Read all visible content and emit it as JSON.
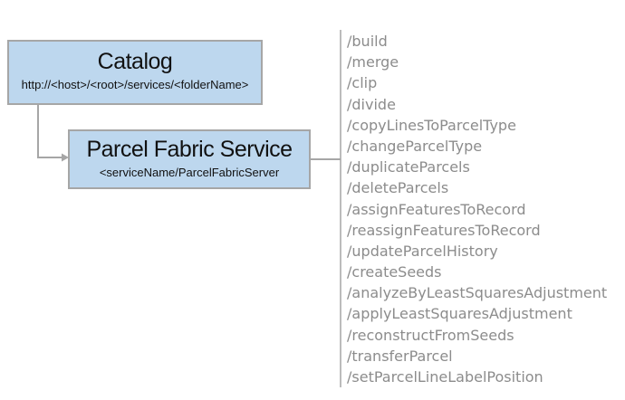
{
  "colors": {
    "box_fill": "#bdd7ee",
    "box_border": "#a6a6a6",
    "connector": "#a6a6a6",
    "operation_text": "#8c8c8c",
    "title_text": "#111111",
    "background": "#ffffff"
  },
  "catalog": {
    "title": "Catalog",
    "url_template": "http://<host>/<root>/services/<folderName>"
  },
  "service": {
    "title": "Parcel Fabric Service",
    "path_template": "<serviceName/ParcelFabricServer"
  },
  "operations": [
    "/build",
    "/merge",
    "/clip",
    "/divide",
    "/copyLinesToParcelType",
    "/changeParcelType",
    "/duplicateParcels",
    "/deleteParcels",
    "/assignFeaturesToRecord",
    "/reassignFeaturesToRecord",
    "/updateParcelHistory",
    "/createSeeds",
    "/analyzeByLeastSquaresAdjustment",
    "/applyLeastSquaresAdjustment",
    "/reconstructFromSeeds",
    "/transferParcel",
    "/setParcelLineLabelPosition"
  ]
}
